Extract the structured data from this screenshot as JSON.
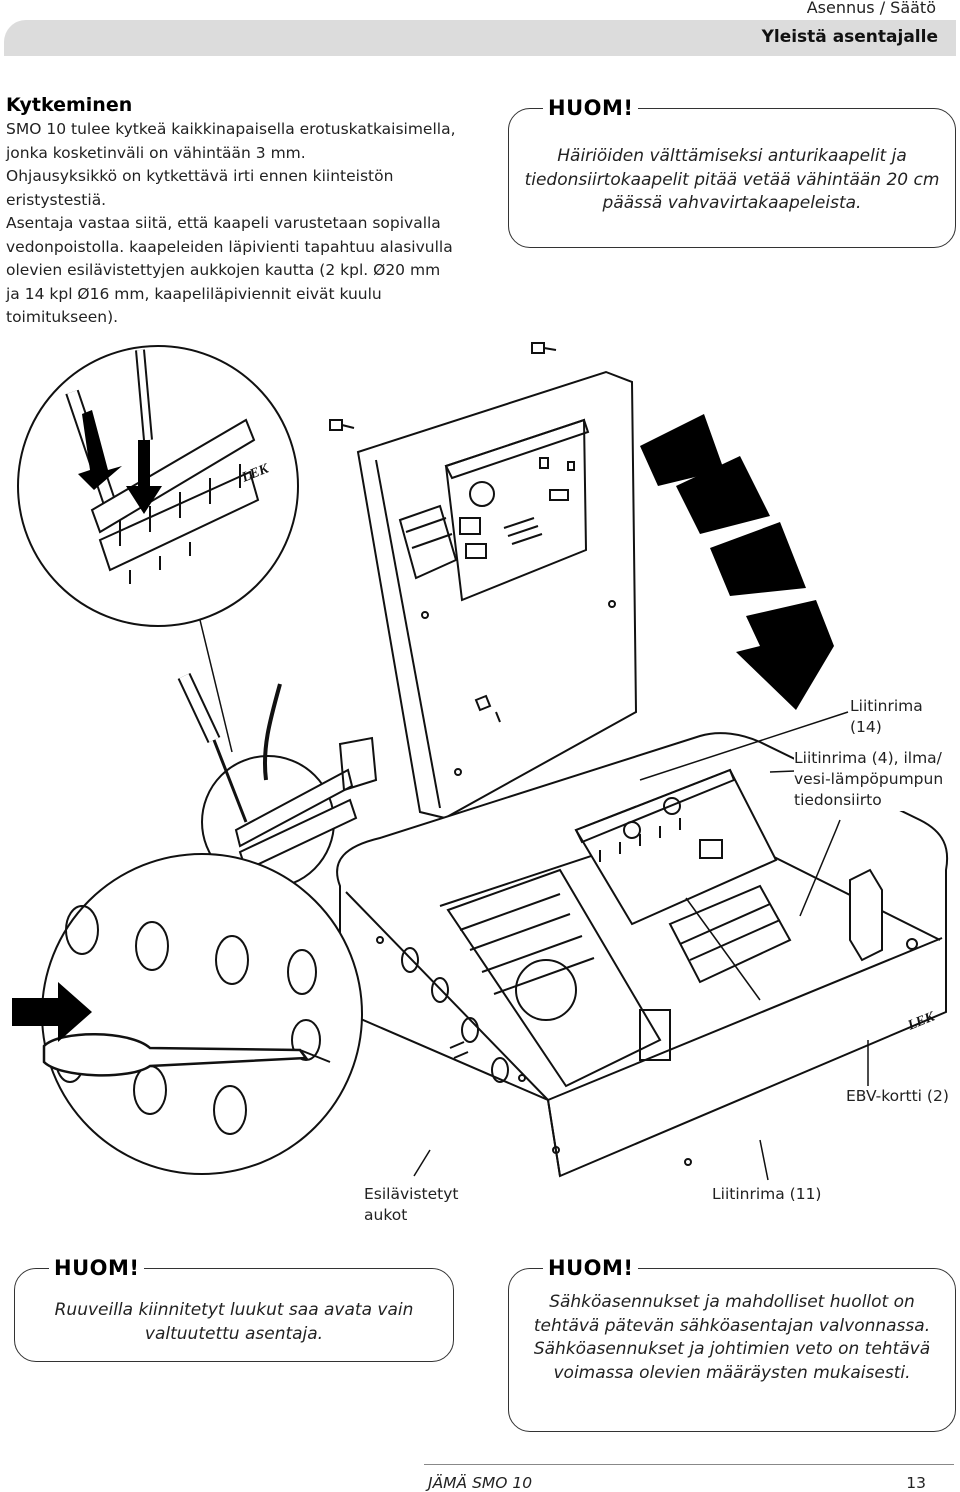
{
  "header": {
    "breadcrumb": "Asennus / Säätö",
    "title": "Yleistä asentajalle"
  },
  "intro": {
    "heading": "Kytkeminen",
    "paragraphs": [
      "SMO 10 tulee kytkeä kaikkinapaisella erotuskatkaisimella, jonka kosketinväli on vähintään 3 mm.",
      "Ohjausyksikkö on kytkettävä irti ennen kiinteistön eristystestiä.",
      "Asentaja vastaa siitä, että kaapeli varustetaan sopivalla vedonpoistolla. kaapeleiden läpivienti tapahtuu alasivulla olevien esilävistettyjen aukkojen kautta (2 kpl. Ø20 mm ja 14 kpl Ø16 mm, kaapeliläpiviennit eivät kuulu toimitukseen)."
    ]
  },
  "notes": {
    "top": {
      "label": "HUOM!",
      "text": "Häiriöiden välttämiseksi anturikaapelit ja tiedonsiirtokaapelit pitää vetää vähintään 20 cm päässä vahvavirtakaapeleista."
    },
    "left": {
      "label": "HUOM!",
      "text": "Ruuveilla kiinnitetyt luukut saa avata vain valtuutettu asentaja."
    },
    "right": {
      "label": "HUOM!",
      "text": "Sähköasennukset ja mahdolliset huollot on tehtävä pätevän sähköasentajan valvonnassa. Sähköasennukset ja johtimien veto on tehtävä voimassa olevien määräysten mukaisesti."
    }
  },
  "callouts": {
    "liitinrima14": "Liitinrima (14)",
    "liitinrima4": "Liitinrima (4), ilma/ vesi-lämpöpumpun tiedonsiirto",
    "ebv": "EBV-kortti (2)",
    "esilavistetyt": "Esilävistetyt aukot",
    "liitinrima11": "Liitinrima (11)"
  },
  "illustration": {
    "brand_marks": [
      "LEK",
      "LEK"
    ]
  },
  "footer": {
    "product": "JÄMÄ SMO 10",
    "page": "13"
  }
}
